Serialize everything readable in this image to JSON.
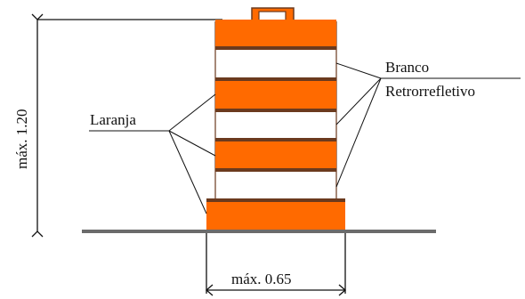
{
  "labels": {
    "height_dim": "máx. 1.20",
    "width_dim": "máx. 0.65",
    "orange": "Laranja",
    "white_line1": "Branco",
    "white_line2": "Retrorrefletivo"
  },
  "colors": {
    "orange": "#ff6a00",
    "stripe_border": "#6b3a1e",
    "line": "#111111",
    "ground": "#6b6b6b"
  }
}
